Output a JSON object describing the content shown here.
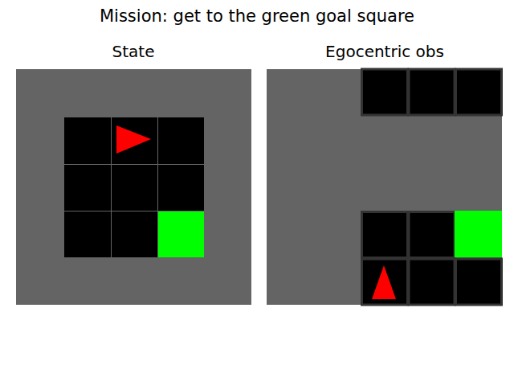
{
  "diagram": {
    "title": "Mission: get to the green goal square",
    "labels": [
      "State",
      "Egocentric obs"
    ]
  }
}
